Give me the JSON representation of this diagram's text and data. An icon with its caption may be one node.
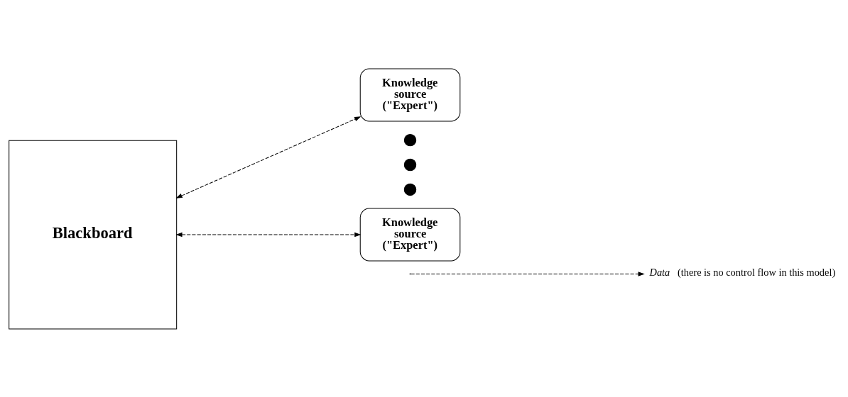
{
  "diagram": {
    "nodes": [
      {
        "text": [
          "Blackboard"
        ]
      },
      {
        "text": [
          "Knowledge source (\"Expert\")"
        ]
      },
      {
        "text": [],
        "shape": "circle"
      },
      {
        "text": [],
        "shape": "circle"
      },
      {
        "text": [],
        "shape": "circle"
      },
      {
        "text": [
          "Knowledge source (\"Expert\")"
        ]
      }
    ],
    "edges": [
      {
        "from": 0,
        "to": 1,
        "arrow": "both",
        "style": "dashed"
      },
      {
        "from": 0,
        "to": 5,
        "arrow": "both",
        "style": "dashed"
      }
    ],
    "labels": [
      "(there is no control flow in this model)"
    ],
    "legend": [
      {
        "text": "Data"
      }
    ]
  }
}
